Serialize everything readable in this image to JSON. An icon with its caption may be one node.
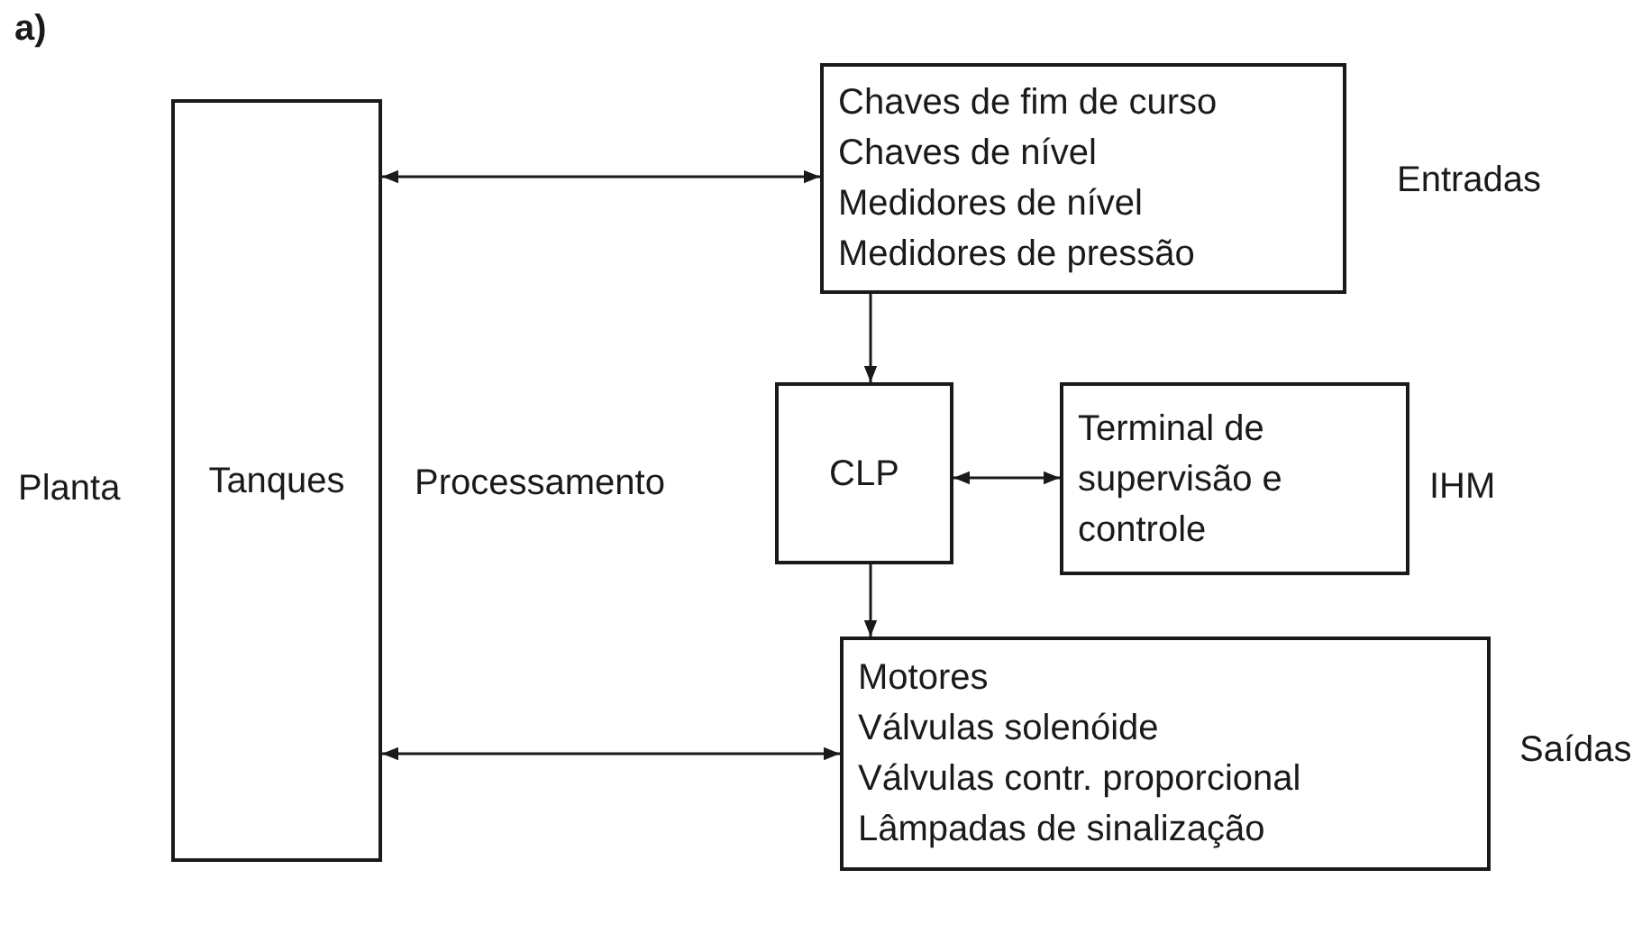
{
  "diagram": {
    "nodes": [
      {
        "text": [
          "Tanques"
        ],
        "beside": [
          "Planta"
        ]
      },
      {
        "text": [
          "Chaves de fim de curso",
          "Chaves de nível",
          "Medidores de nível",
          "Medidores de pressão"
        ],
        "beside": [
          "Entradas"
        ]
      },
      {
        "text": [
          "CLP"
        ]
      },
      {
        "text": [
          "Terminal de supervisão e controle"
        ],
        "beside": [
          "IHM"
        ]
      },
      {
        "text": [
          "Motores",
          "Válvulas solenóide",
          "Válvulas contr. proporcional",
          "Lâmpadas de sinalização"
        ],
        "beside": [
          "Saídas"
        ]
      }
    ],
    "edges": [
      {
        "from": 0,
        "to": 1,
        "arrow": "both"
      },
      {
        "from": 1,
        "to": 2,
        "arrow": "to"
      },
      {
        "from": 2,
        "to": 3,
        "arrow": "both"
      },
      {
        "from": 2,
        "to": 4,
        "arrow": "to"
      },
      {
        "from": 0,
        "to": 4,
        "arrow": "both"
      }
    ],
    "labels": [
      "a)",
      "Processamento"
    ]
  }
}
